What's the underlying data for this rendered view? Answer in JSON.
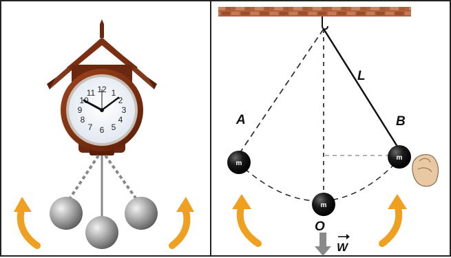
{
  "clock": {
    "numerals": [
      "12",
      "1",
      "2",
      "3",
      "4",
      "5",
      "6",
      "7",
      "8",
      "9",
      "10",
      "11"
    ]
  },
  "diagram": {
    "label_left": "A",
    "label_right": "B",
    "label_length": "L",
    "label_equilibrium": "O",
    "label_weight": "W",
    "bob_left": "m",
    "bob_center": "m",
    "bob_right": "m"
  },
  "colors": {
    "arrow": "#f0a020",
    "bob": "#111111",
    "ceiling": "#a0522d",
    "clock_wood": "#7a2e12",
    "metal_ball": "#9a9a9a"
  }
}
